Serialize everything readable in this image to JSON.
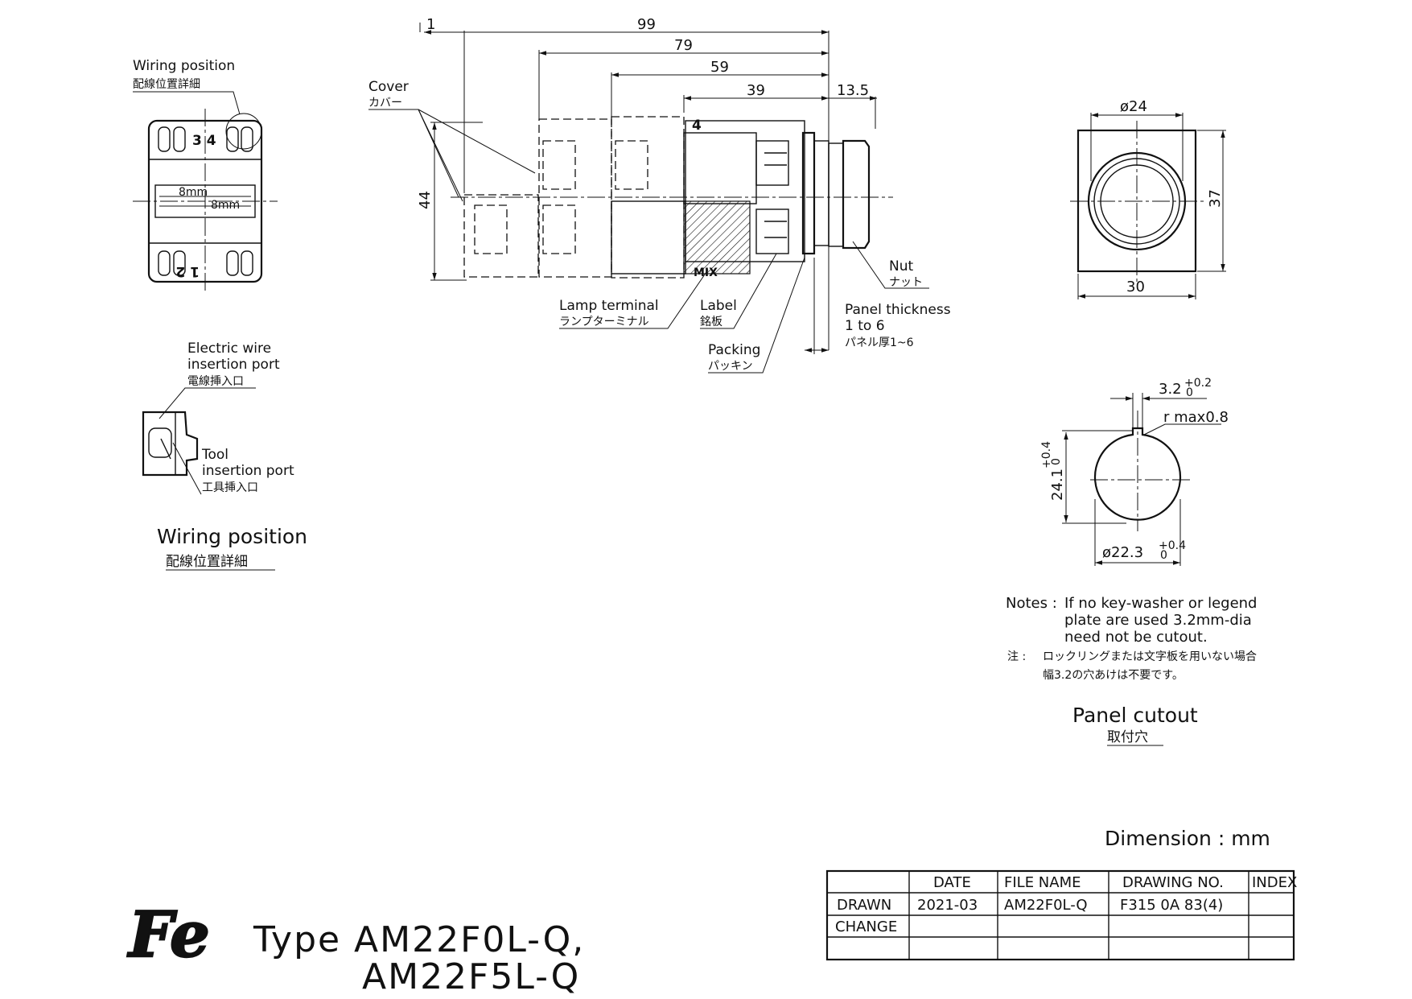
{
  "wiring_view": {
    "callout_en": "Wiring position",
    "callout_jp": "配線位置詳細",
    "terminal_top": "3 4",
    "terminal_bottom": "1 2",
    "plate_label_1": "8mm",
    "plate_label_2": "8mm"
  },
  "side_view": {
    "dims": {
      "d1": "1",
      "d99": "99",
      "d79": "79",
      "d59": "59",
      "d39": "39",
      "d13_5": "13.5",
      "d44": "44"
    },
    "marker_4": "4",
    "cover_en": "Cover",
    "cover_jp": "カバー",
    "nut_en": "Nut",
    "nut_jp": "ナット",
    "panel_thickness_en_1": "Panel thickness",
    "panel_thickness_en_2": "1 to 6",
    "panel_thickness_jp": "パネル厚1~6",
    "lamp_terminal_en": "Lamp terminal",
    "lamp_terminal_jp": "ランプターミナル",
    "label_en": "Label",
    "label_jp": "銘板",
    "packing_en": "Packing",
    "packing_jp": "パッキン",
    "block_mark": "MIX"
  },
  "front_view": {
    "dia": "ø24",
    "width": "30",
    "height": "37"
  },
  "detail_view": {
    "wire_port_en_1": "Electric wire",
    "wire_port_en_2": "insertion port",
    "wire_port_jp": "電線挿入口",
    "tool_port_en_1": "Tool",
    "tool_port_en_2": "insertion port",
    "tool_port_jp": "工具挿入口",
    "caption_en": "Wiring position",
    "caption_jp": "配線位置詳細"
  },
  "cutout_view": {
    "key_width": "3.2",
    "key_width_tol_upper": "+0.2",
    "key_width_tol_lower": "0",
    "radius": "r max0.8",
    "height": "24.1",
    "height_tol_upper": "+0.4",
    "height_tol_lower": "0",
    "dia": "ø22.3",
    "dia_tol_upper": "+0.4",
    "dia_tol_lower": "0",
    "notes_label": "Notes :",
    "note_en_1": "If no key-washer or legend",
    "note_en_2": "plate are used 3.2mm-dia",
    "note_en_3": "need not be cutout.",
    "note_jp_label": "注 :",
    "note_jp_1": "ロックリングまたは文字板を用いない場合",
    "note_jp_2": "幅3.2の穴あけは不要です。",
    "caption_en": "Panel cutout",
    "caption_jp": "取付穴"
  },
  "dimension_unit": "Dimension : mm",
  "title_block": {
    "headers": [
      "",
      "DATE",
      "FILE NAME",
      "DRAWING NO.",
      "INDEX"
    ],
    "rows": [
      [
        "DRAWN",
        "2021-03",
        "AM22F0L-Q",
        "F315 0A 83(4)",
        ""
      ],
      [
        "CHANGE",
        "",
        "",
        "",
        ""
      ],
      [
        "",
        "",
        "",
        "",
        ""
      ]
    ]
  },
  "logo": "Fe",
  "type_line_1": "Type AM22F0L-Q,",
  "type_line_2": "AM22F5L-Q"
}
